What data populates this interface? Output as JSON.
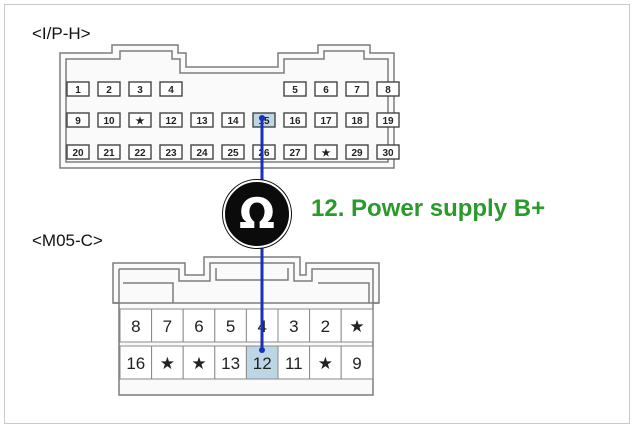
{
  "connector_top": {
    "label": "<I/P-H>",
    "rows": [
      [
        "1",
        "2",
        "3",
        "4",
        "",
        "",
        "",
        "5",
        "6",
        "7",
        "8"
      ],
      [
        "9",
        "10",
        "★",
        "12",
        "13",
        "14",
        "15",
        "16",
        "17",
        "18",
        "19"
      ],
      [
        "20",
        "21",
        "22",
        "23",
        "24",
        "25",
        "26",
        "27",
        "★",
        "29",
        "30"
      ]
    ],
    "highlighted_pin": "15"
  },
  "connector_bottom": {
    "label": "<M05-C>",
    "rows": [
      [
        "8",
        "7",
        "6",
        "5",
        "4",
        "3",
        "2",
        "★"
      ],
      [
        "16",
        "★",
        "★",
        "13",
        "12",
        "11",
        "★",
        "9"
      ]
    ],
    "highlighted_pin": "12"
  },
  "measurement": {
    "icon": "ohm-meter-icon",
    "symbol": "Ω",
    "title": "12. Power supply B+"
  },
  "colors": {
    "wire": "#1d2fb8",
    "title": "#2a9a2a",
    "highlight": "#bcd6e6",
    "connector_outline": "#7d7d7d"
  }
}
